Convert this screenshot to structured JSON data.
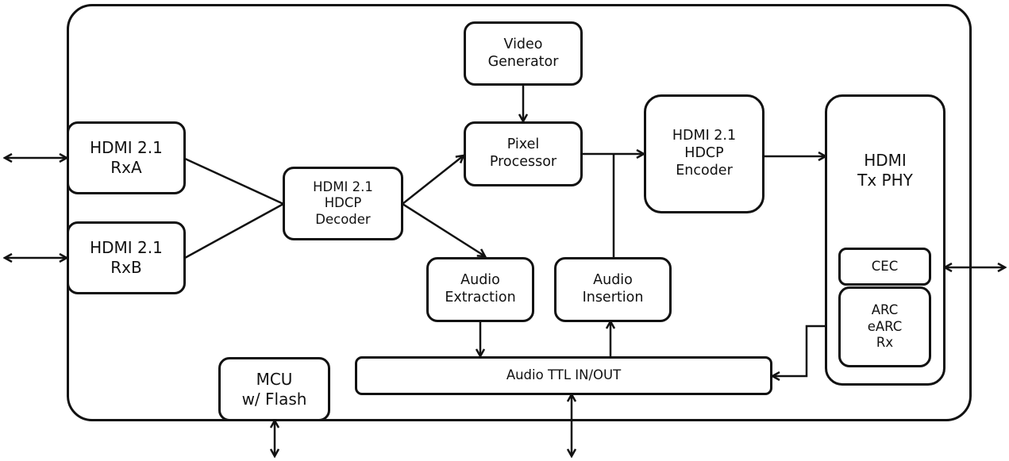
{
  "diagram": {
    "title": "HDMI 2.1 block diagram",
    "blocks": {
      "rx_a": [
        "HDMI 2.1",
        "RxA"
      ],
      "rx_b": [
        "HDMI 2.1",
        "RxB"
      ],
      "decoder": [
        "HDMI 2.1",
        "HDCP",
        "Decoder"
      ],
      "video_generator": [
        "Video",
        "Generator"
      ],
      "pixel_processor": [
        "Pixel",
        "Processor"
      ],
      "encoder": [
        "HDMI 2.1",
        "HDCP",
        "Encoder"
      ],
      "tx_phy": [
        "HDMI",
        "Tx PHY"
      ],
      "cec": [
        "CEC"
      ],
      "arc": [
        "ARC",
        "eARC",
        "Rx"
      ],
      "audio_extraction": [
        "Audio",
        "Extraction"
      ],
      "audio_insertion": [
        "Audio",
        "Insertion"
      ],
      "audio_ttl": [
        "Audio TTL IN/OUT"
      ],
      "mcu": [
        "MCU",
        "w/ Flash"
      ]
    },
    "connections": [
      {
        "from": "external",
        "to": "HDMI 2.1 RxA",
        "type": "bidirectional"
      },
      {
        "from": "external",
        "to": "HDMI 2.1 RxB",
        "type": "bidirectional"
      },
      {
        "from": "HDMI 2.1 RxA",
        "to": "HDMI 2.1 HDCP Decoder",
        "type": "line"
      },
      {
        "from": "HDMI 2.1 RxB",
        "to": "HDMI 2.1 HDCP Decoder",
        "type": "line"
      },
      {
        "from": "HDMI 2.1 HDCP Decoder",
        "to": "Pixel Processor",
        "type": "arrow"
      },
      {
        "from": "HDMI 2.1 HDCP Decoder",
        "to": "Audio Extraction",
        "type": "arrow"
      },
      {
        "from": "Video Generator",
        "to": "Pixel Processor",
        "type": "arrow"
      },
      {
        "from": "Pixel Processor",
        "to": "HDMI 2.1 HDCP Encoder",
        "type": "arrow"
      },
      {
        "from": "Audio Insertion",
        "to": "Pixel Processor output",
        "type": "line"
      },
      {
        "from": "HDMI 2.1 HDCP Encoder",
        "to": "HDMI Tx PHY",
        "type": "arrow"
      },
      {
        "from": "Audio Extraction",
        "to": "Audio TTL IN/OUT",
        "type": "arrow"
      },
      {
        "from": "Audio TTL IN/OUT",
        "to": "Audio Insertion",
        "type": "arrow"
      },
      {
        "from": "ARC eARC Rx",
        "to": "Audio TTL IN/OUT",
        "type": "arrow"
      },
      {
        "from": "HDMI Tx PHY",
        "to": "external",
        "type": "bidirectional"
      },
      {
        "from": "Audio TTL IN/OUT",
        "to": "external",
        "type": "bidirectional"
      },
      {
        "from": "MCU w/ Flash",
        "to": "external",
        "type": "bidirectional"
      }
    ]
  }
}
